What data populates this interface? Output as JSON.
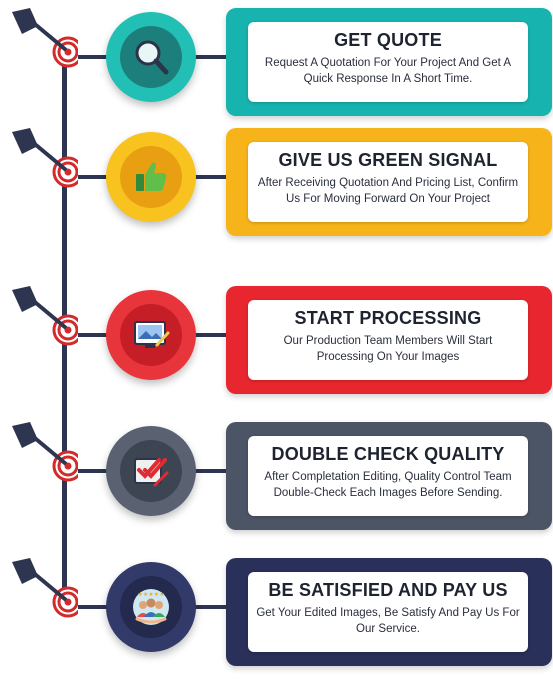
{
  "steps": [
    {
      "title": "GET QUOTE",
      "description": "Request A Quotation For Your Project And Get A Quick Response In  A Short Time.",
      "icon": "magnifier-icon",
      "panel_color": "#17b3ae",
      "circle_color": "#22c0b4",
      "inner_color": "#1d7f7c"
    },
    {
      "title": "GIVE US GREEN SIGNAL",
      "description": "After Receiving Quotation And Pricing List, Confirm Us For Moving Forward On Your Project",
      "icon": "thumbs-up-icon",
      "panel_color": "#f7b41a",
      "circle_color": "#f8c21f",
      "inner_color": "#e89f12"
    },
    {
      "title": "START PROCESSING",
      "description": "Our Production Team Members Will Start Processing On Your Images",
      "icon": "image-editing-icon",
      "panel_color": "#e8262f",
      "circle_color": "#e8353b",
      "inner_color": "#c51e27"
    },
    {
      "title": "DOUBLE CHECK QUALITY",
      "description": "After Completation Editing, Quality Control Team Double-Check Each Images Before Sending.",
      "icon": "double-check-icon",
      "panel_color": "#4c5565",
      "circle_color": "#5a6272",
      "inner_color": "#3d4452"
    },
    {
      "title": "BE SATISFIED AND PAY US",
      "description": "Get Your Edited Images, Be Satisfy And Pay Us For Our Service.",
      "icon": "satisfied-team-icon",
      "panel_color": "#29305a",
      "circle_color": "#313a68",
      "inner_color": "#232a4e"
    }
  ]
}
